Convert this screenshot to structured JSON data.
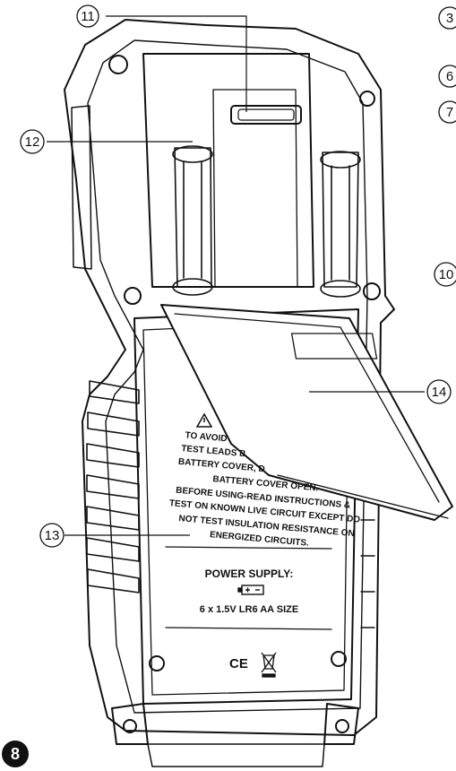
{
  "callouts": {
    "c11": "11",
    "c3": "3",
    "c6": "6",
    "c7": "7",
    "c12": "12",
    "c10": "10",
    "c14": "14",
    "c13": "13"
  },
  "warning_label": {
    "lines": [
      "TO AVOID",
      "TEST LEADS B",
      "BATTERY COVER, D",
      "BATTERY COVER OPEN.",
      "BEFORE USING-READ INSTRUCTIONS &",
      "TEST ON KNOWN LIVE CIRCUIT EXCEPT DO",
      "NOT TEST INSULATION RESISTANCE ON",
      "ENERGIZED CIRCUITS."
    ],
    "power_title": "POWER SUPPLY:",
    "battery_spec": "6 x 1.5V LR6 AA SIZE",
    "ce_mark": "CE"
  },
  "page_number": "8",
  "icons": {
    "warning": "warning-triangle-icon",
    "battery": "battery-icon",
    "weee": "crossed-bin-icon"
  }
}
